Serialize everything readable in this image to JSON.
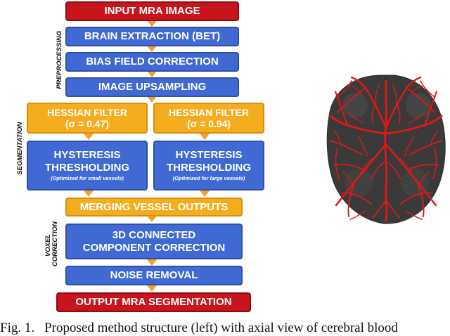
{
  "boxes": {
    "input": "INPUT MRA IMAGE",
    "brain_extraction": "BRAIN EXTRACTION (BET)",
    "bias_field": "BIAS FIELD CORRECTION",
    "upsampling": "IMAGE UPSAMPLING",
    "hessian_left": "HESSIAN FILTER",
    "hessian_left_sigma": "(σ = 0.47)",
    "hessian_right": "HESSIAN FILTER",
    "hessian_right_sigma": "(σ = 0.94)",
    "hyst_left_1": "HYSTERESIS",
    "hyst_left_2": "THRESHOLDING",
    "hyst_left_sub": "(Optimized for small vessels)",
    "hyst_right_1": "HYSTERESIS",
    "hyst_right_2": "THRESHOLDING",
    "hyst_right_sub": "(Optimized for large vessels)",
    "merging": "MERGING VESSEL OUTPUTS",
    "connected_1": "3D CONNECTED",
    "connected_2": "COMPONENT CORRECTION",
    "noise": "NOISE REMOVAL",
    "output": "OUTPUT MRA SEGMENTATION"
  },
  "stage_labels": {
    "preprocessing": "PREPROCESSING",
    "segmentation": "SEGMENTATION",
    "voxel": "VOXEL",
    "correction": "CORRECTION"
  },
  "caption": {
    "fig": "Fig. 1.",
    "text": "Proposed method structure (left) with axial view of cerebral blood"
  },
  "colors": {
    "red": "#c8141c",
    "blue": "#4169d4",
    "gold": "#f4ad1e",
    "vessel_red": "#e01818",
    "brain_gray": "#3a3a3a"
  }
}
